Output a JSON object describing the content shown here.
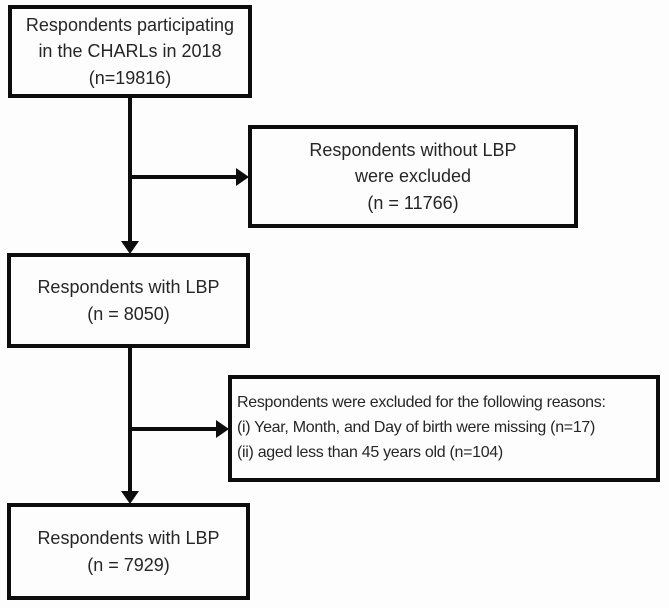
{
  "diagram": {
    "title": "CHARLS 2018 respondents flow diagram",
    "colors": {
      "border": "#0d0d0d",
      "line": "#0d0d0d",
      "text": "#262626",
      "background": "#fdfdfd"
    },
    "boxes": {
      "box1": {
        "lines": [
          "Respondents participating",
          "in the CHARLs in 2018",
          "(n=19816)"
        ]
      },
      "box2": {
        "lines": [
          "Respondents without LBP",
          "were excluded",
          "(n = 11766)"
        ]
      },
      "box3": {
        "lines": [
          "Respondents with LBP",
          "(n = 8050)"
        ]
      },
      "box4": {
        "lines": [
          "Respondents were excluded for the following reasons:",
          "(i) Year, Month, and Day of birth were missing  (n=17)",
          "(ii) aged less than 45 years old  (n=104)"
        ]
      },
      "box5": {
        "lines": [
          "Respondents with LBP",
          "(n = 7929)"
        ]
      }
    }
  }
}
